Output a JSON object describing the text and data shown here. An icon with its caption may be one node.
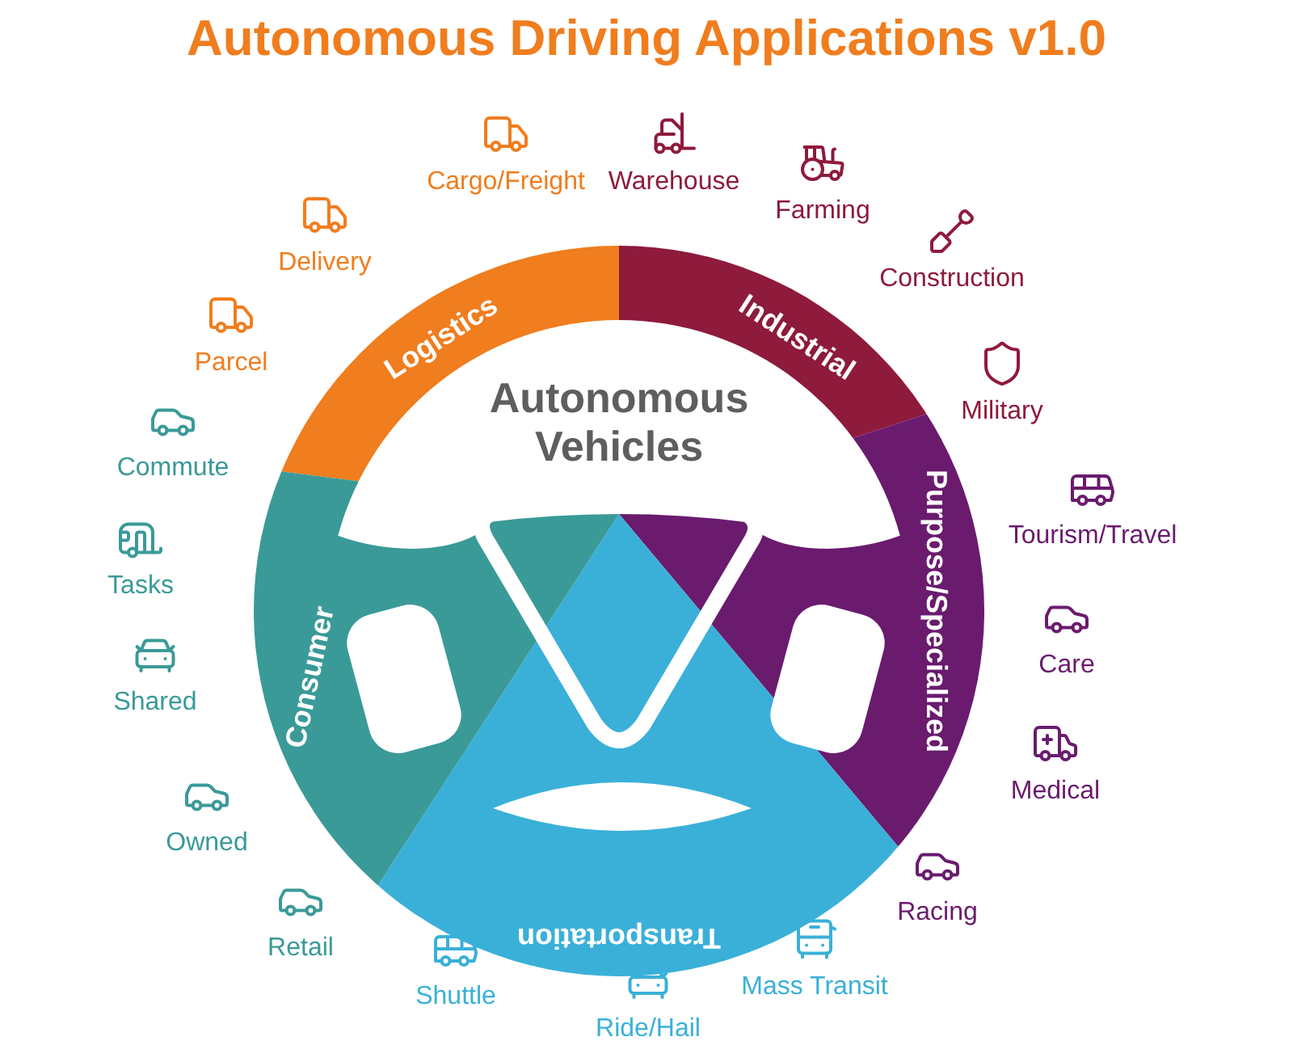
{
  "diagram": {
    "title": "Autonomous Driving Applications v1.0",
    "nodes": [
      {
        "text": [
          "Logistics"
        ]
      },
      {
        "text": [
          "Industrial"
        ]
      },
      {
        "text": [
          "Purpose/Specialized"
        ]
      },
      {
        "text": [
          "Transportation"
        ]
      },
      {
        "text": [
          "Consumer"
        ]
      }
    ],
    "labels": [
      "Autonomous Vehicles",
      "Cargo/Freight",
      "Warehouse",
      "Farming",
      "Construction",
      "Military",
      "Tourism/Travel",
      "Care",
      "Medical",
      "Racing",
      "Mass Transit",
      "Ride/Hail",
      "Shuttle",
      "Retail",
      "Owned",
      "Shared",
      "Tasks",
      "Commute",
      "Parcel",
      "Delivery"
    ]
  }
}
